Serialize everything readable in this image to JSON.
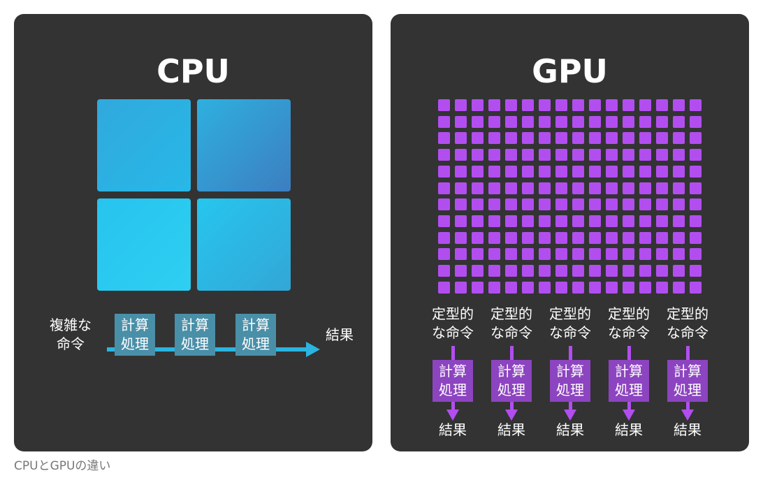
{
  "cpu": {
    "title": "CPU",
    "input_label_line1": "複雑な",
    "input_label_line2": "命令",
    "process_line1": "計算",
    "process_line2": "処理",
    "output_label": "結果",
    "process_count": 3,
    "core_colors": [
      "#2fa8dc",
      "#3d89c6",
      "#27c8ef",
      "#2eb2de"
    ],
    "flow_color": "#2ab4e0",
    "process_box_color": "#4a8fa8"
  },
  "gpu": {
    "title": "GPU",
    "instruction_line1": "定型的",
    "instruction_line2": "な命令",
    "process_line1": "計算",
    "process_line2": "処理",
    "output_label": "結果",
    "lane_count": 5,
    "grid_rows": 12,
    "grid_cols": 16,
    "core_color": "#b24ef0",
    "process_box_color": "#8c44c0"
  },
  "caption": "CPUとGPUの違い",
  "colors": {
    "panel_background": "#333333",
    "page_background": "#ffffff",
    "caption": "#777777"
  }
}
